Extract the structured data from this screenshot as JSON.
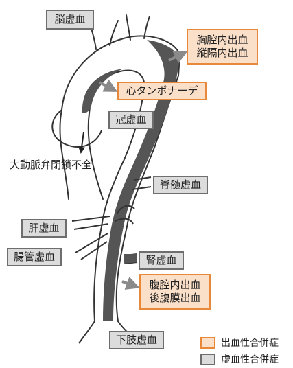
{
  "labels": {
    "cerebral_ischemia": "脳虚血",
    "intrathoracic_bleeding": "胸腔内出血",
    "mediastinal_bleeding": "縦隔内出血",
    "cardiac_tamponade": "心タンポナーデ",
    "coronary_ischemia": "冠虚血",
    "aortic_regurgitation": "大動脈弁閉鎖不全",
    "spinal_ischemia": "脊髄虚血",
    "hepatic_ischemia": "肝虚血",
    "intestinal_ischemia": "腸管虚血",
    "renal_ischemia": "腎虚血",
    "intraperitoneal_bleeding": "腹腔内出血",
    "retroperitoneal_bleeding": "後腹膜出血",
    "limb_ischemia": "下肢虚血"
  },
  "legend": {
    "bleeding": "出血性合併症",
    "ischemic": "虚血性合併症"
  },
  "colors": {
    "bleeding_fill": "#fbe0c9",
    "bleeding_border": "#e8883a",
    "ischemic_fill": "#dcdcdc",
    "ischemic_border": "#6e6e6e",
    "false_lumen": "#555555",
    "arrow": "#8a8a8a"
  }
}
